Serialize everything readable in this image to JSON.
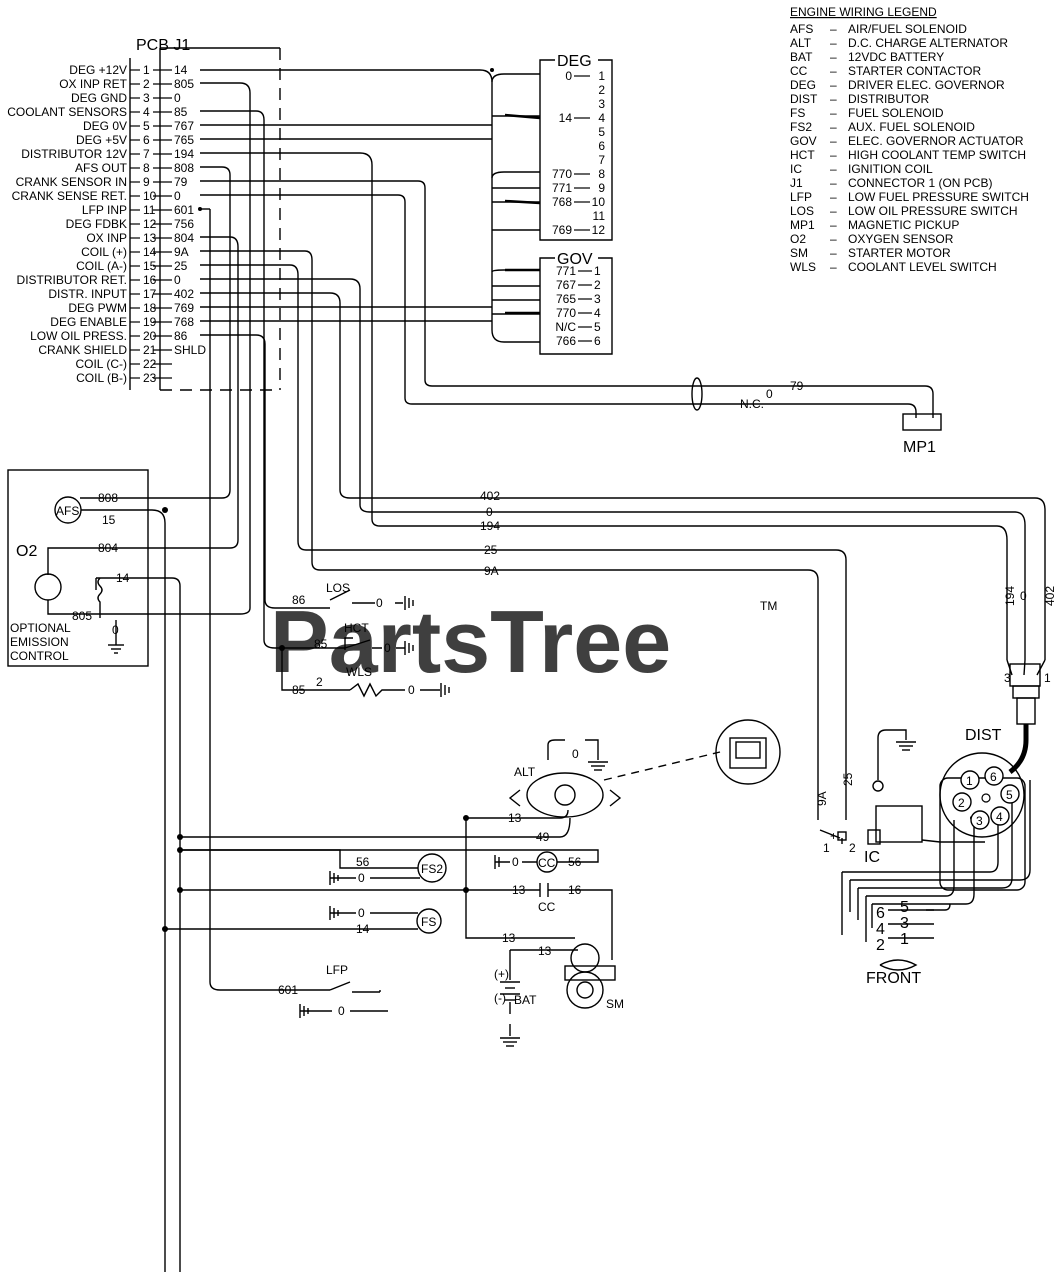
{
  "legend": {
    "title": "ENGINE WIRING LEGEND",
    "items": [
      {
        "code": "AFS",
        "desc": "AIR/FUEL SOLENOID"
      },
      {
        "code": "ALT",
        "desc": "D.C. CHARGE ALTERNATOR"
      },
      {
        "code": "BAT",
        "desc": "12VDC BATTERY"
      },
      {
        "code": "CC",
        "desc": "STARTER CONTACTOR"
      },
      {
        "code": "DEG",
        "desc": "DRIVER ELEC. GOVERNOR"
      },
      {
        "code": "DIST",
        "desc": "DISTRIBUTOR"
      },
      {
        "code": "FS",
        "desc": "FUEL SOLENOID"
      },
      {
        "code": "FS2",
        "desc": "AUX. FUEL SOLENOID"
      },
      {
        "code": "GOV",
        "desc": "ELEC. GOVERNOR ACTUATOR"
      },
      {
        "code": "HCT",
        "desc": "HIGH COOLANT TEMP SWITCH"
      },
      {
        "code": "IC",
        "desc": "IGNITION COIL"
      },
      {
        "code": "J1",
        "desc": "CONNECTOR 1 (ON PCB)"
      },
      {
        "code": "LFP",
        "desc": "LOW FUEL PRESSURE SWITCH"
      },
      {
        "code": "LOS",
        "desc": "LOW OIL PRESSURE SWITCH"
      },
      {
        "code": "MP1",
        "desc": "MAGNETIC PICKUP"
      },
      {
        "code": "O2",
        "desc": "OXYGEN SENSOR"
      },
      {
        "code": "SM",
        "desc": "STARTER MOTOR"
      },
      {
        "code": "WLS",
        "desc": "COOLANT LEVEL SWITCH"
      }
    ]
  },
  "pcb": {
    "title": "PCB J1",
    "pins": [
      {
        "label": "DEG +12V",
        "pin": "1",
        "wire": "14"
      },
      {
        "label": "OX INP RET",
        "pin": "2",
        "wire": "805"
      },
      {
        "label": "DEG GND",
        "pin": "3",
        "wire": "0"
      },
      {
        "label": "COOLANT SENSORS",
        "pin": "4",
        "wire": "85"
      },
      {
        "label": "DEG 0V",
        "pin": "5",
        "wire": "767"
      },
      {
        "label": "DEG +5V",
        "pin": "6",
        "wire": "765"
      },
      {
        "label": "DISTRIBUTOR 12V",
        "pin": "7",
        "wire": "194"
      },
      {
        "label": "AFS OUT",
        "pin": "8",
        "wire": "808"
      },
      {
        "label": "CRANK SENSOR IN",
        "pin": "9",
        "wire": "79"
      },
      {
        "label": "CRANK SENSE RET.",
        "pin": "10",
        "wire": "0"
      },
      {
        "label": "LFP INP",
        "pin": "11",
        "wire": "601"
      },
      {
        "label": "DEG FDBK",
        "pin": "12",
        "wire": "756"
      },
      {
        "label": "OX INP",
        "pin": "13",
        "wire": "804"
      },
      {
        "label": "COIL (+)",
        "pin": "14",
        "wire": "9A"
      },
      {
        "label": "COIL (A-)",
        "pin": "15",
        "wire": "25"
      },
      {
        "label": "DISTRIBUTOR RET.",
        "pin": "16",
        "wire": "0"
      },
      {
        "label": "DISTR. INPUT",
        "pin": "17",
        "wire": "402"
      },
      {
        "label": "DEG PWM",
        "pin": "18",
        "wire": "769"
      },
      {
        "label": "DEG ENABLE",
        "pin": "19",
        "wire": "768"
      },
      {
        "label": "LOW OIL PRESS.",
        "pin": "20",
        "wire": "86"
      },
      {
        "label": "CRANK SHIELD",
        "pin": "21",
        "wire": "SHLD"
      },
      {
        "label": "COIL (C-)",
        "pin": "22",
        "wire": ""
      },
      {
        "label": "COIL (B-)",
        "pin": "23",
        "wire": ""
      }
    ]
  },
  "deg": {
    "title": "DEG",
    "pins": [
      {
        "pin": "1",
        "wire": "0"
      },
      {
        "pin": "2",
        "wire": ""
      },
      {
        "pin": "3",
        "wire": ""
      },
      {
        "pin": "4",
        "wire": "14"
      },
      {
        "pin": "5",
        "wire": ""
      },
      {
        "pin": "6",
        "wire": ""
      },
      {
        "pin": "7",
        "wire": ""
      },
      {
        "pin": "8",
        "wire": "770"
      },
      {
        "pin": "9",
        "wire": "771"
      },
      {
        "pin": "10",
        "wire": "768"
      },
      {
        "pin": "11",
        "wire": ""
      },
      {
        "pin": "12",
        "wire": "769"
      }
    ]
  },
  "gov": {
    "title": "GOV",
    "pins": [
      {
        "pin": "1",
        "wire": "771"
      },
      {
        "pin": "2",
        "wire": "767"
      },
      {
        "pin": "3",
        "wire": "765"
      },
      {
        "pin": "4",
        "wire": "770"
      },
      {
        "pin": "5",
        "wire": "N/C"
      },
      {
        "pin": "6",
        "wire": "766"
      }
    ]
  },
  "mp1": {
    "label": "MP1",
    "wire79": "79",
    "wire0": "0",
    "nc": "N.C."
  },
  "o2": {
    "afs": "AFS",
    "o2": "O2",
    "w808": "808",
    "w15": "15",
    "w804": "804",
    "w14": "14",
    "w805": "805",
    "w0": "0",
    "note1": "OPTIONAL",
    "note2": "EMISSION",
    "note3": "CONTROL"
  },
  "switches": {
    "los": "LOS",
    "hct": "HCT",
    "wls": "WLS",
    "w86": "86",
    "w85a": "85",
    "w85b": "85",
    "w2": "2",
    "w0a": "0",
    "w0b": "0",
    "w0c": "0"
  },
  "dist_wires": {
    "w402": "402",
    "w0": "0",
    "w194": "194",
    "w25": "25",
    "w9a": "9A",
    "v194": "194",
    "v0": "0",
    "v402": "402",
    "c3": "3",
    "c1": "1"
  },
  "ic": {
    "label": "IC",
    "w9a": "9A",
    "w25": "25",
    "plus": "+",
    "t1": "1",
    "t2": "2"
  },
  "dist": {
    "label": "DIST",
    "front": "FRONT",
    "caps": [
      "1",
      "6",
      "2",
      "5",
      "3",
      "4"
    ],
    "wires": [
      "5",
      "6",
      "3",
      "4",
      "1",
      "2"
    ]
  },
  "alt": {
    "label": "ALT",
    "w0": "0",
    "w13": "13",
    "w49": "49"
  },
  "lower": {
    "fs2": "FS2",
    "cc": "CC",
    "fs": "FS",
    "lfp": "LFP",
    "bat": "BAT",
    "sm": "SM",
    "w56a": "56",
    "w56b": "56",
    "w0fs2": "0",
    "w0cc": "0",
    "w13cc": "13",
    "w16": "16",
    "w0fs": "0",
    "w14": "14",
    "w13a": "13",
    "w13b": "13",
    "w601": "601",
    "w0lfp": "0",
    "batplus": "(+)",
    "batminus": "(-)"
  },
  "watermark": {
    "text": "PartsTree",
    "tm": "TM"
  }
}
